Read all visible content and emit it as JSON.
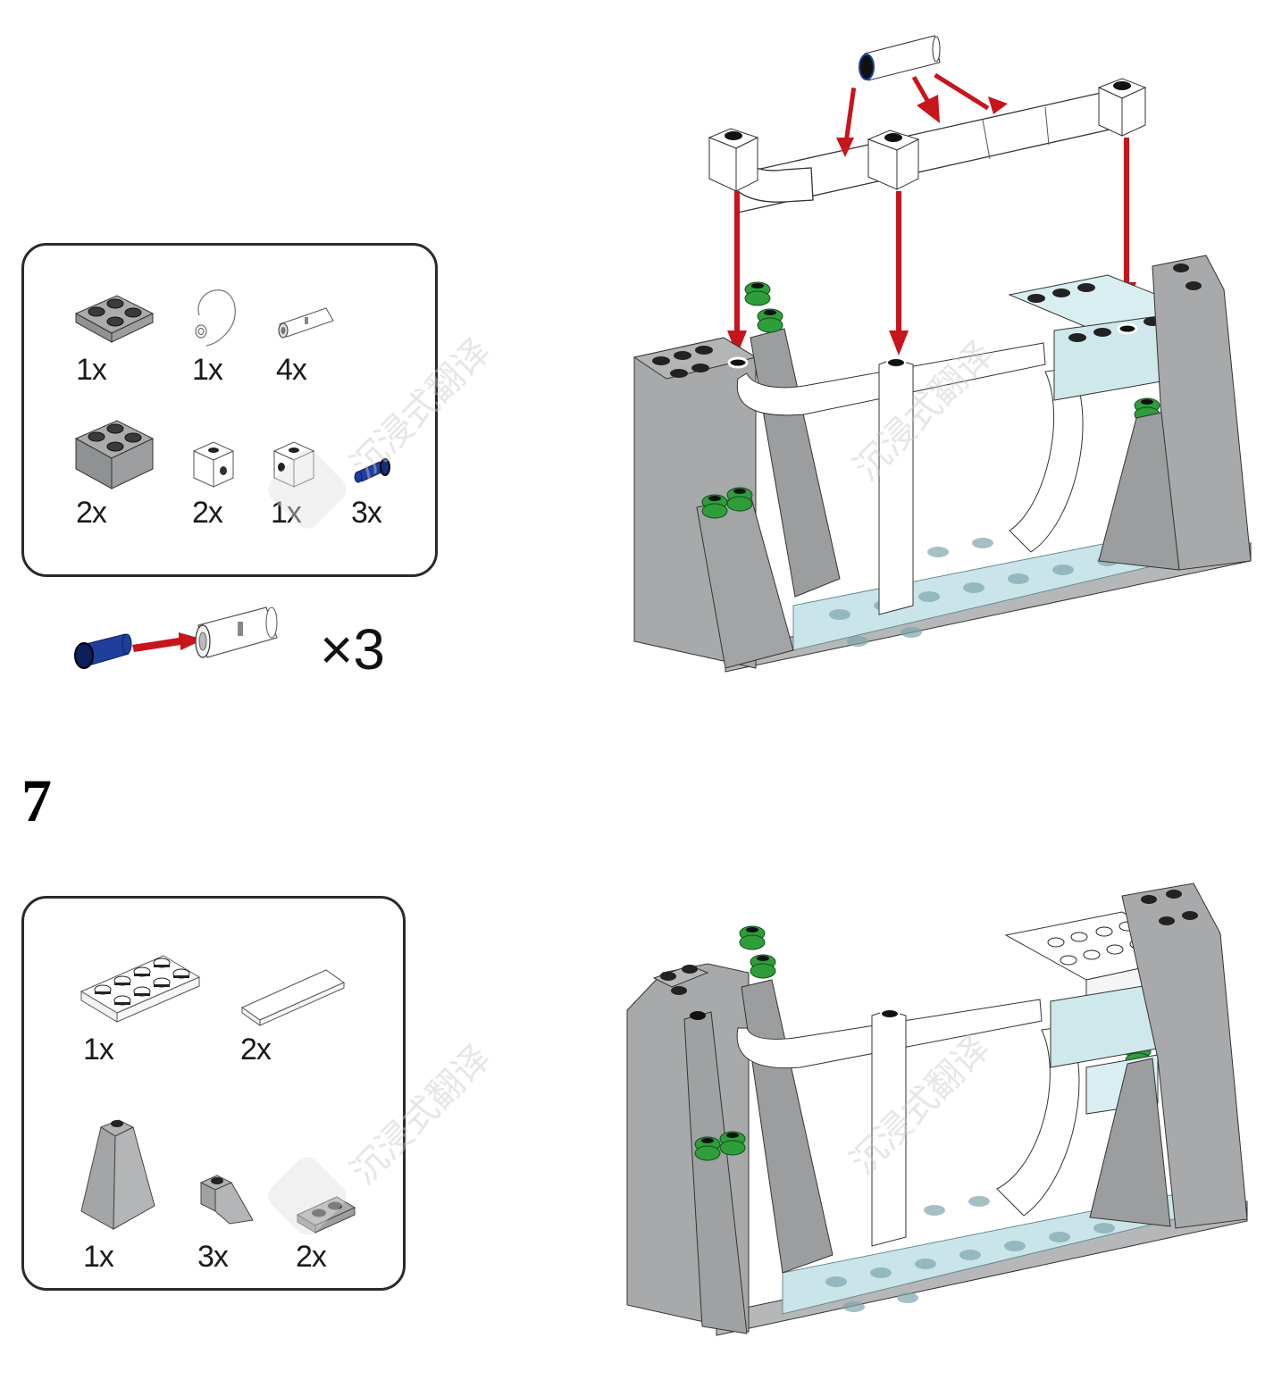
{
  "page": {
    "type": "building-instructions",
    "colors": {
      "arrow": "#c8141c",
      "brick_gray": "#a8aaab",
      "brick_gray_dark": "#8e9091",
      "trans_light_blue": "#cfe8ec",
      "stud_dark": "#1b1b1b",
      "plant_green": "#2e9e3a",
      "pin_blue": "#1f3f9f",
      "outline": "#2a2a2a"
    }
  },
  "step6": {
    "parts_box": {
      "items": [
        {
          "name": "plate-2x2-gray",
          "qty": "1x"
        },
        {
          "name": "bent-tube-white",
          "qty": "1x"
        },
        {
          "name": "pipe-connector-white",
          "qty": "4x"
        },
        {
          "name": "brick-2x2-gray",
          "qty": "2x"
        },
        {
          "name": "brick-1x1-stud-side-white",
          "qty": "2x"
        },
        {
          "name": "brick-1x1-stud-side-white-left",
          "qty": "1x"
        },
        {
          "name": "technic-pin-blue",
          "qty": "3x"
        }
      ]
    },
    "sub_assembly": {
      "multiplier": "×3"
    }
  },
  "step7": {
    "number": "7",
    "parts_box": {
      "items": [
        {
          "name": "plate-2x4-white",
          "qty": "1x"
        },
        {
          "name": "tile-1x4-white",
          "qty": "2x"
        },
        {
          "name": "slope-2x2x3-gray",
          "qty": "1x"
        },
        {
          "name": "slope-1x2-gray",
          "qty": "3x"
        },
        {
          "name": "plate-1x2-gray",
          "qty": "2x"
        }
      ]
    }
  },
  "watermark": {
    "text": "沉浸式翻译"
  }
}
